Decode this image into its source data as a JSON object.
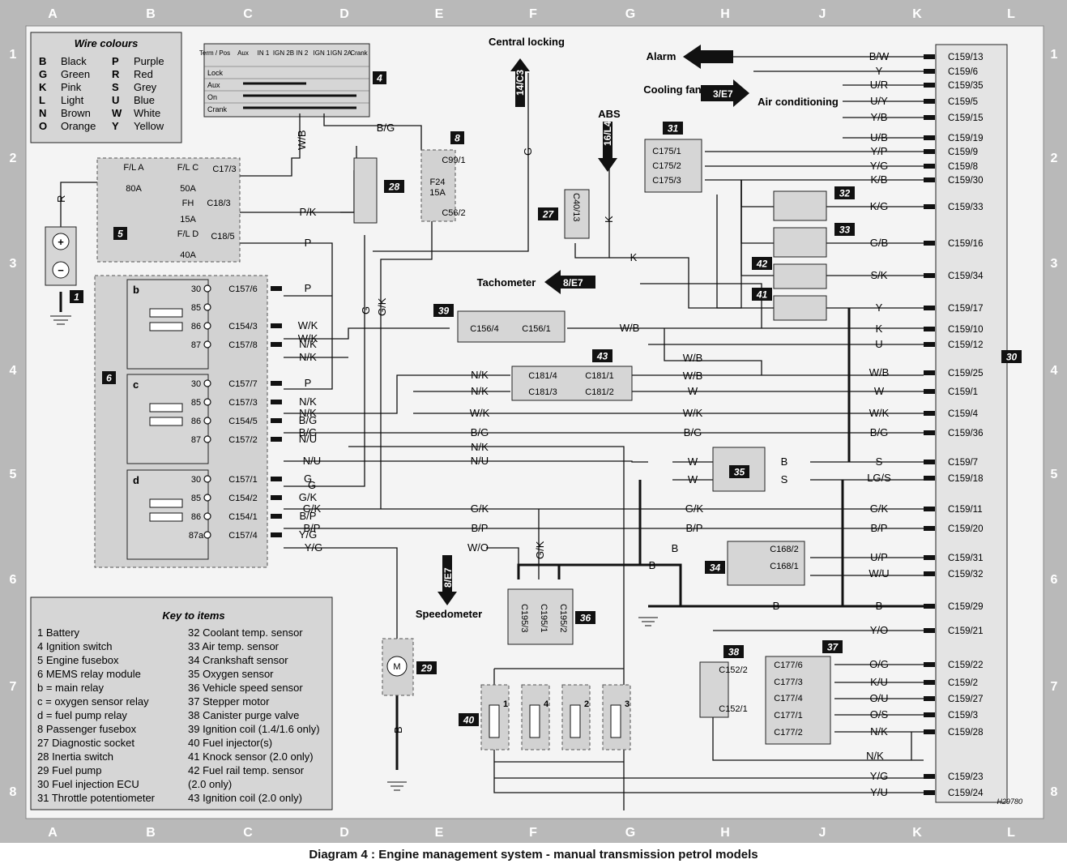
{
  "title": "Diagram 4 : Engine management system - manual transmission petrol models",
  "ref": "H29780",
  "grid": {
    "cols": [
      "A",
      "B",
      "C",
      "D",
      "E",
      "F",
      "G",
      "H",
      "J",
      "K",
      "L"
    ],
    "rows": [
      "1",
      "2",
      "3",
      "4",
      "5",
      "6",
      "7",
      "8"
    ]
  },
  "wire_colours": {
    "heading": "Wire colours",
    "items": [
      {
        "code": "B",
        "name": "Black"
      },
      {
        "code": "P",
        "name": "Purple"
      },
      {
        "code": "G",
        "name": "Green"
      },
      {
        "code": "R",
        "name": "Red"
      },
      {
        "code": "K",
        "name": "Pink"
      },
      {
        "code": "S",
        "name": "Grey"
      },
      {
        "code": "L",
        "name": "Light"
      },
      {
        "code": "U",
        "name": "Blue"
      },
      {
        "code": "N",
        "name": "Brown"
      },
      {
        "code": "W",
        "name": "White"
      },
      {
        "code": "O",
        "name": "Orange"
      },
      {
        "code": "Y",
        "name": "Yellow"
      }
    ]
  },
  "key": {
    "heading": "Key to items",
    "left": [
      "1   Battery",
      "4   Ignition switch",
      "5   Engine fusebox",
      "6   MEMS relay module",
      "        b = main relay",
      "        c = oxygen sensor relay",
      "        d = fuel pump relay",
      "8   Passenger fusebox",
      "27  Diagnostic socket",
      "28  Inertia switch",
      "29  Fuel pump",
      "30  Fuel injection ECU",
      "31  Throttle potentiometer"
    ],
    "right": [
      "32  Coolant temp. sensor",
      "33  Air temp. sensor",
      "34  Crankshaft sensor",
      "35  Oxygen sensor",
      "36  Vehicle speed sensor",
      "37  Stepper motor",
      "38  Canister purge valve",
      "39  Ignition coil (1.4/1.6 only)",
      "40  Fuel injector(s)",
      "41  Knock sensor (2.0 only)",
      "42  Fuel rail temp. sensor",
      "      (2.0 only)",
      "43  Ignition coil (2.0 only)"
    ]
  },
  "ignition_switch": {
    "headers": [
      "Term / Pos",
      "Aux",
      "IN 1",
      "IGN 2B",
      "IN 2",
      "IGN 1",
      "IGN 2A",
      "Crank"
    ],
    "rows": [
      "Lock",
      "Aux",
      "On",
      "Crank"
    ]
  },
  "external": {
    "central_locking": "Central locking",
    "central_locking_ref": "14/C3",
    "abs": "ABS",
    "abs_ref": "16/L4",
    "alarm": "Alarm",
    "cooling_fan": "Cooling fan",
    "cooling_fan_ref": "3/E7",
    "air_con": "Air conditioning",
    "tachometer": "Tachometer",
    "tachometer_ref": "8/E7",
    "speedometer": "Speedometer",
    "speedometer_ref": "8/E7"
  },
  "fuses": {
    "fla": "F/L A",
    "fla_rating": "80A",
    "flc": "F/L C",
    "flc_rating": "50A",
    "fh": "FH",
    "fh_rating": "15A",
    "fld": "F/L D",
    "fld_rating": "40A",
    "f24": "F24",
    "f24_rating": "15A"
  },
  "ecu_pins": [
    {
      "pin": "C159/13",
      "wire": "B/W"
    },
    {
      "pin": "C159/6",
      "wire": "Y"
    },
    {
      "pin": "C159/35",
      "wire": "U/R"
    },
    {
      "pin": "C159/5",
      "wire": "U/Y"
    },
    {
      "pin": "C159/15",
      "wire": "Y/B"
    },
    {
      "pin": "C159/19",
      "wire": "U/B"
    },
    {
      "pin": "C159/9",
      "wire": "Y/P"
    },
    {
      "pin": "C159/8",
      "wire": "Y/G"
    },
    {
      "pin": "C159/30",
      "wire": "K/B"
    },
    {
      "pin": "C159/33",
      "wire": "K/G"
    },
    {
      "pin": "C159/16",
      "wire": "G/B"
    },
    {
      "pin": "C159/34",
      "wire": "S/K"
    },
    {
      "pin": "C159/17",
      "wire": "Y"
    },
    {
      "pin": "C159/10",
      "wire": "K"
    },
    {
      "pin": "C159/12",
      "wire": "U"
    },
    {
      "pin": "C159/25",
      "wire": "W/B"
    },
    {
      "pin": "C159/1",
      "wire": "W"
    },
    {
      "pin": "C159/4",
      "wire": "W/K"
    },
    {
      "pin": "C159/36",
      "wire": "B/G"
    },
    {
      "pin": "C159/7",
      "wire": "S"
    },
    {
      "pin": "C159/18",
      "wire": "LG/S"
    },
    {
      "pin": "C159/11",
      "wire": "G/K"
    },
    {
      "pin": "C159/20",
      "wire": "B/P"
    },
    {
      "pin": "C159/31",
      "wire": "U/P"
    },
    {
      "pin": "C159/32",
      "wire": "W/U"
    },
    {
      "pin": "C159/29",
      "wire": "B"
    },
    {
      "pin": "C159/21",
      "wire": "Y/O"
    },
    {
      "pin": "C159/22",
      "wire": "O/G"
    },
    {
      "pin": "C159/2",
      "wire": "K/U"
    },
    {
      "pin": "C159/27",
      "wire": "O/U"
    },
    {
      "pin": "C159/3",
      "wire": "O/S"
    },
    {
      "pin": "C159/28",
      "wire": "N/K"
    },
    {
      "pin": "C159/23",
      "wire": "Y/G"
    },
    {
      "pin": "C159/24",
      "wire": "Y/U"
    }
  ],
  "relay_module": {
    "b_pins": [
      {
        "term": "30",
        "conn": "C157/6",
        "wire": "P"
      },
      {
        "term": "85",
        "conn": "",
        "wire": ""
      },
      {
        "term": "86",
        "conn": "C154/3",
        "wire": "W/K"
      },
      {
        "term": "87",
        "conn": "C157/8",
        "wire": "N/K"
      }
    ],
    "c_pins": [
      {
        "term": "30",
        "conn": "C157/7",
        "wire": "P"
      },
      {
        "term": "85",
        "conn": "C157/3",
        "wire": "N/K"
      },
      {
        "term": "86",
        "conn": "C154/5",
        "wire": "B/G"
      },
      {
        "term": "87",
        "conn": "C157/2",
        "wire": "N/U"
      }
    ],
    "d_pins": [
      {
        "term": "30",
        "conn": "C157/1",
        "wire": "G"
      },
      {
        "term": "85",
        "conn": "C154/2",
        "wire": "G/K"
      },
      {
        "term": "86",
        "conn": "C154/1",
        "wire": "B/P"
      },
      {
        "term": "87a",
        "conn": "C157/4",
        "wire": "Y/G"
      }
    ]
  },
  "labels": {
    "c17_3": "C17/3",
    "c18_3": "C18/3",
    "c18_5": "C18/5",
    "c99_1": "C99/1",
    "c56_2": "C56/2",
    "c40_13": "C40/13",
    "c175_1": "C175/1",
    "c175_2": "C175/2",
    "c175_3": "C175/3",
    "c156_4": "C156/4",
    "c156_1": "C156/1",
    "c181_4": "C181/4",
    "c181_3": "C181/3",
    "c181_1": "C181/1",
    "c181_2": "C181/2",
    "c168_2": "C168/2",
    "c168_1": "C168/1",
    "c195_3": "C195/3",
    "c195_1": "C195/1",
    "c195_2": "C195/2",
    "c152_2": "C152/2",
    "c152_1": "C152/1",
    "c177_6": "C177/6",
    "c177_3": "C177/3",
    "c177_4": "C177/4",
    "c177_1": "C177/1",
    "c177_2": "C177/2",
    "rb": "b",
    "rc": "c",
    "rd": "d",
    "R": "R",
    "WB": "W/B",
    "BG": "B/G",
    "PK": "P/K",
    "P": "P",
    "G": "G",
    "GK": "G/K",
    "K": "K",
    "M": "M",
    "B": "B",
    "WO": "W/O"
  },
  "item_tags": [
    "1",
    "4",
    "5",
    "6",
    "8",
    "27",
    "28",
    "29",
    "30",
    "31",
    "32",
    "33",
    "34",
    "35",
    "36",
    "37",
    "38",
    "39",
    "40",
    "41",
    "42",
    "43"
  ],
  "injector_numbers": [
    "1",
    "4",
    "2",
    "3"
  ]
}
